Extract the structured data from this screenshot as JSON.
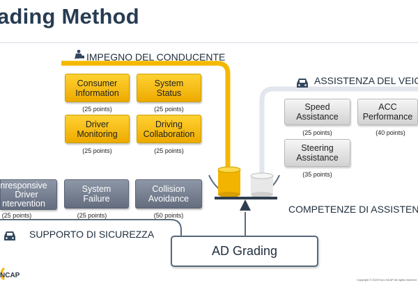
{
  "title": "ading Method",
  "sections": {
    "driver": "IMPEGNO DEL CONDUCENTE",
    "vehicle": "ASSISTENZA DEL VEIC",
    "safety": "SUPPORTO DI SICUREZZA",
    "competence": "COMPETENZE DI ASSISTEN"
  },
  "driver_boxes": [
    {
      "label_lines": [
        "Consumer",
        "Information"
      ],
      "points": "(25 points)"
    },
    {
      "label_lines": [
        "System",
        "Status"
      ],
      "points": "(25 points)"
    },
    {
      "label_lines": [
        "Driver",
        "Monitoring"
      ],
      "points": "(25 points)"
    },
    {
      "label_lines": [
        "Driving",
        "Collaboration"
      ],
      "points": "(25 points)"
    }
  ],
  "vehicle_boxes": [
    {
      "label_lines": [
        "Speed",
        "Assistance"
      ],
      "points": "(25 points)"
    },
    {
      "label_lines": [
        "ACC",
        "Performance"
      ],
      "points": "(40 points)"
    },
    {
      "label_lines": [
        "Steering",
        "Assistance"
      ],
      "points": "(35 points)"
    }
  ],
  "safety_boxes": [
    {
      "label_lines": [
        "nresponsive",
        "Driver",
        "ntervention"
      ],
      "points": "(25 points)"
    },
    {
      "label_lines": [
        "System",
        "Failure"
      ],
      "points": "(25 points)"
    },
    {
      "label_lines": [
        "Collision",
        "Avoidance"
      ],
      "points": "(50 points)"
    }
  ],
  "grading_label": "AD Grading",
  "logo_text": "NCAP",
  "copyright": "Copyright © 2023 Euro NCAP All rights reserved",
  "colors": {
    "title": "#273c52",
    "yellow": "#f5b800",
    "grey": "#d9d9d9",
    "slate": "#717a8c",
    "connector_yellow": "#f5b800",
    "connector_grey": "#e2e6ee",
    "connector_dark": "#5a6b7d"
  },
  "icons": {
    "driver": "driver-seat-icon",
    "vehicle": "car-icon",
    "safety": "car-icon"
  }
}
